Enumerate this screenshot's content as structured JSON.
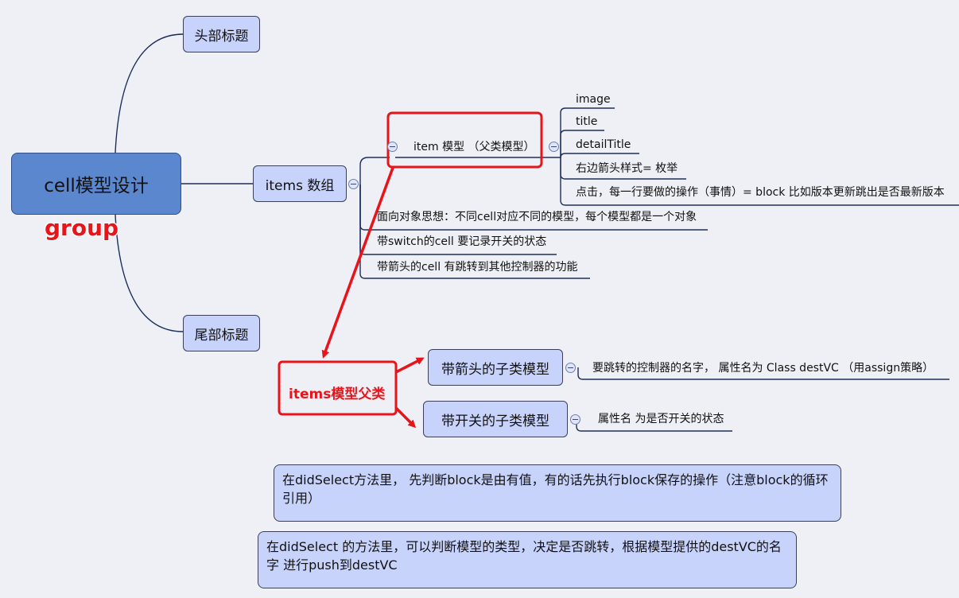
{
  "root": {
    "label": "cell模型设计",
    "annotation": "group"
  },
  "header": "头部标题",
  "footer": "尾部标题",
  "items": {
    "label": "items 数组",
    "item_model": {
      "label": "item 模型 （父类模型）",
      "properties": [
        "image",
        "title",
        "detailTitle",
        "右边箭头样式= 枚举",
        "点击，每一行要做的操作（事情）= block  比如版本更新跳出是否最新版本"
      ]
    },
    "notes": [
      "面向对象思想：不同cell对应不同的模型，每个模型都是一个对象",
      "带switch的cell 要记录开关的状态",
      "带箭头的cell 有跳转到其他控制器的功能"
    ]
  },
  "parent_class_label": "items模型父类",
  "subclasses": [
    {
      "label": "带箭头的子类模型",
      "detail": "要跳转的控制器的名字， 属性名为 Class destVC （用assign策略）"
    },
    {
      "label": "带开关的子类模型",
      "detail": "属性名 为是否开关的状态"
    }
  ],
  "bottom_notes": [
    "在didSelect方法里， 先判断block是由有值，有的话先执行block保存的操作（注意block的循环引用）",
    "在didSelect 的方法里，可以判断模型的类型，决定是否跳转，根据模型提供的destVC的名字 进行push到destVC"
  ],
  "colors": {
    "background": "#eef0f6",
    "node_fill": "#c8d3fb",
    "root_fill": "#5b87cf",
    "connector": "#1f2d5c",
    "highlight_red": "#e8141a"
  }
}
